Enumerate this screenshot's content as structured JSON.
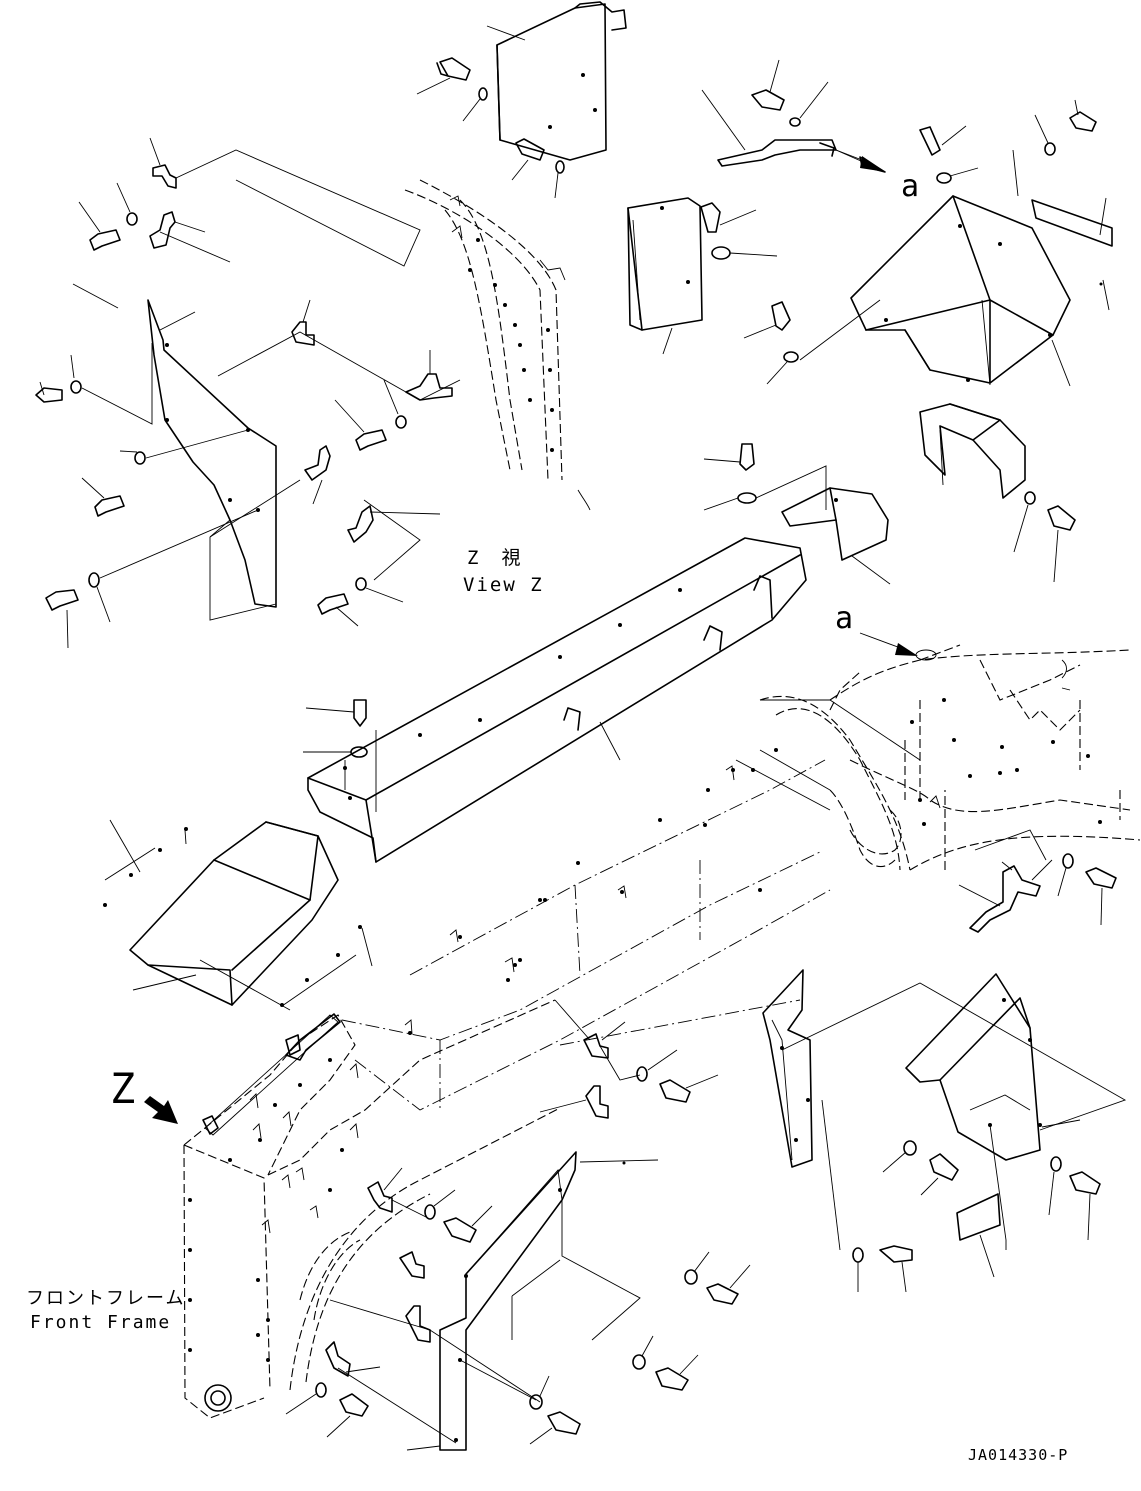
{
  "labels": {
    "view_z_jp": "Z　視",
    "view_z_en": "View Z",
    "arrow_a_top": "a",
    "arrow_a_mid": "a",
    "z_marker": "Z",
    "front_frame_jp": "フロントフレーム",
    "front_frame_en": "Front Frame",
    "drawing_code": "JA014330-P"
  }
}
